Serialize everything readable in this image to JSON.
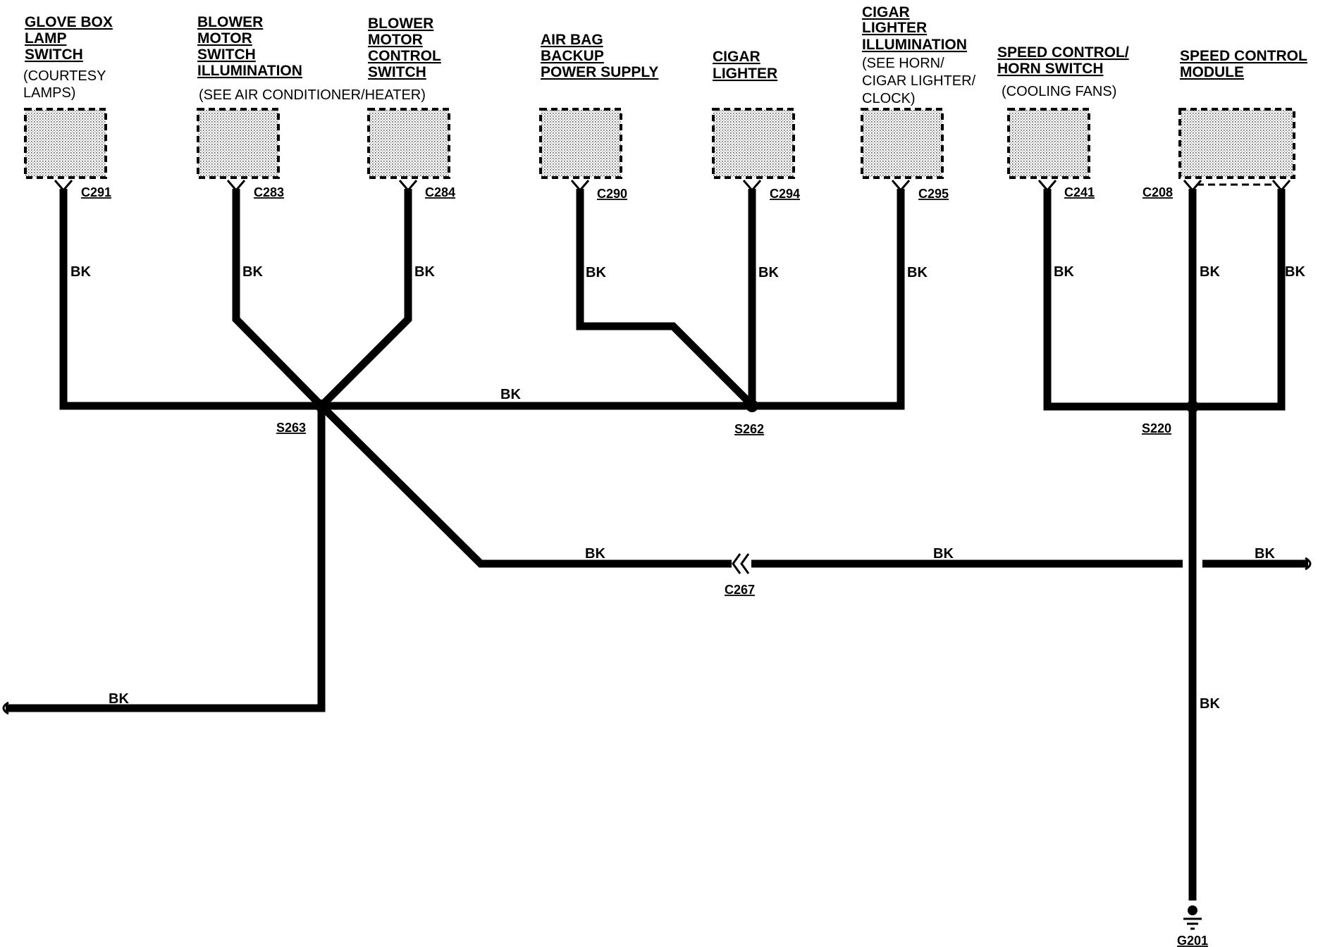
{
  "components": [
    {
      "id": "glove-box-lamp-switch",
      "title": [
        "GLOVE BOX",
        "LAMP",
        "SWITCH"
      ],
      "note": [
        "(COURTESY",
        "LAMPS)"
      ],
      "connector": "C291",
      "wire_color": "BK"
    },
    {
      "id": "blower-motor-switch-illumination",
      "title": [
        "BLOWER",
        "MOTOR",
        "SWITCH",
        "ILLUMINATION"
      ],
      "note": [
        "(SEE AIR CONDITIONER/HEATER)"
      ],
      "connector": "C283",
      "wire_color": "BK"
    },
    {
      "id": "blower-motor-control-switch",
      "title": [
        "BLOWER",
        "MOTOR",
        "CONTROL",
        "SWITCH"
      ],
      "note": [],
      "connector": "C284",
      "wire_color": "BK"
    },
    {
      "id": "air-bag-backup-power-supply",
      "title": [
        "AIR BAG",
        "BACKUP",
        "POWER SUPPLY"
      ],
      "note": [],
      "connector": "C290",
      "wire_color": "BK"
    },
    {
      "id": "cigar-lighter",
      "title": [
        "CIGAR",
        "LIGHTER"
      ],
      "note": [],
      "connector": "C294",
      "wire_color": "BK"
    },
    {
      "id": "cigar-lighter-illumination",
      "title": [
        "CIGAR",
        "LIGHTER",
        "ILLUMINATION"
      ],
      "note": [
        "(SEE HORN/",
        "CIGAR LIGHTER/",
        "CLOCK)"
      ],
      "connector": "C295",
      "wire_color": "BK"
    },
    {
      "id": "speed-control-horn-switch",
      "title": [
        "SPEED CONTROL/",
        "HORN SWITCH"
      ],
      "note": [
        "(COOLING FANS)"
      ],
      "connector": "C241",
      "wire_color": "BK"
    },
    {
      "id": "speed-control-module",
      "title": [
        "SPEED CONTROL",
        "MODULE"
      ],
      "note": [],
      "connector": "C208",
      "wire_color": "BK"
    }
  ],
  "splices": [
    "S263",
    "S262",
    "S220"
  ],
  "inline_connector": "C267",
  "ground": "G201",
  "wire_labels": {
    "s263_to_s262": "BK",
    "s263_to_c267": "BK",
    "c267_to_s220": "BK",
    "right_exit": "BK",
    "left_exit": "BK",
    "to_ground": "BK",
    "module_second_pin": "BK"
  }
}
